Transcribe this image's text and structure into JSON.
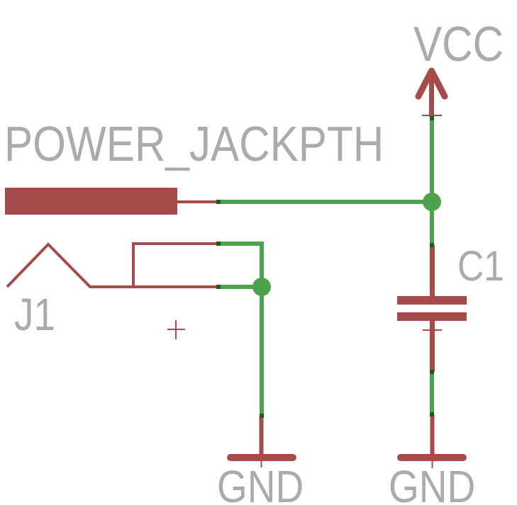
{
  "colors": {
    "background": "#FFFFFF",
    "symbol_red": "#A54B4B",
    "wire_green": "#4CA34C",
    "label_gray": "#ABABAB",
    "pin_mark_green": "#1F5C1F"
  },
  "labels": {
    "component_name": "POWER_JACKPTH",
    "jack_refdes": "J1",
    "capacitor_refdes": "C1",
    "vcc_net": "VCC",
    "gnd_net_jack": "GND",
    "gnd_net_capacitor": "GND"
  },
  "components": [
    {
      "refdes": "J1",
      "name": "POWER_JACKPTH",
      "kind": "dc-barrel-jack"
    },
    {
      "refdes": "C1",
      "kind": "polarized-capacitor"
    }
  ],
  "nets": [
    {
      "name": "VCC",
      "symbol": "up-arrow"
    },
    {
      "name": "GND",
      "symbol": "ground-bar",
      "count": 2
    }
  ]
}
